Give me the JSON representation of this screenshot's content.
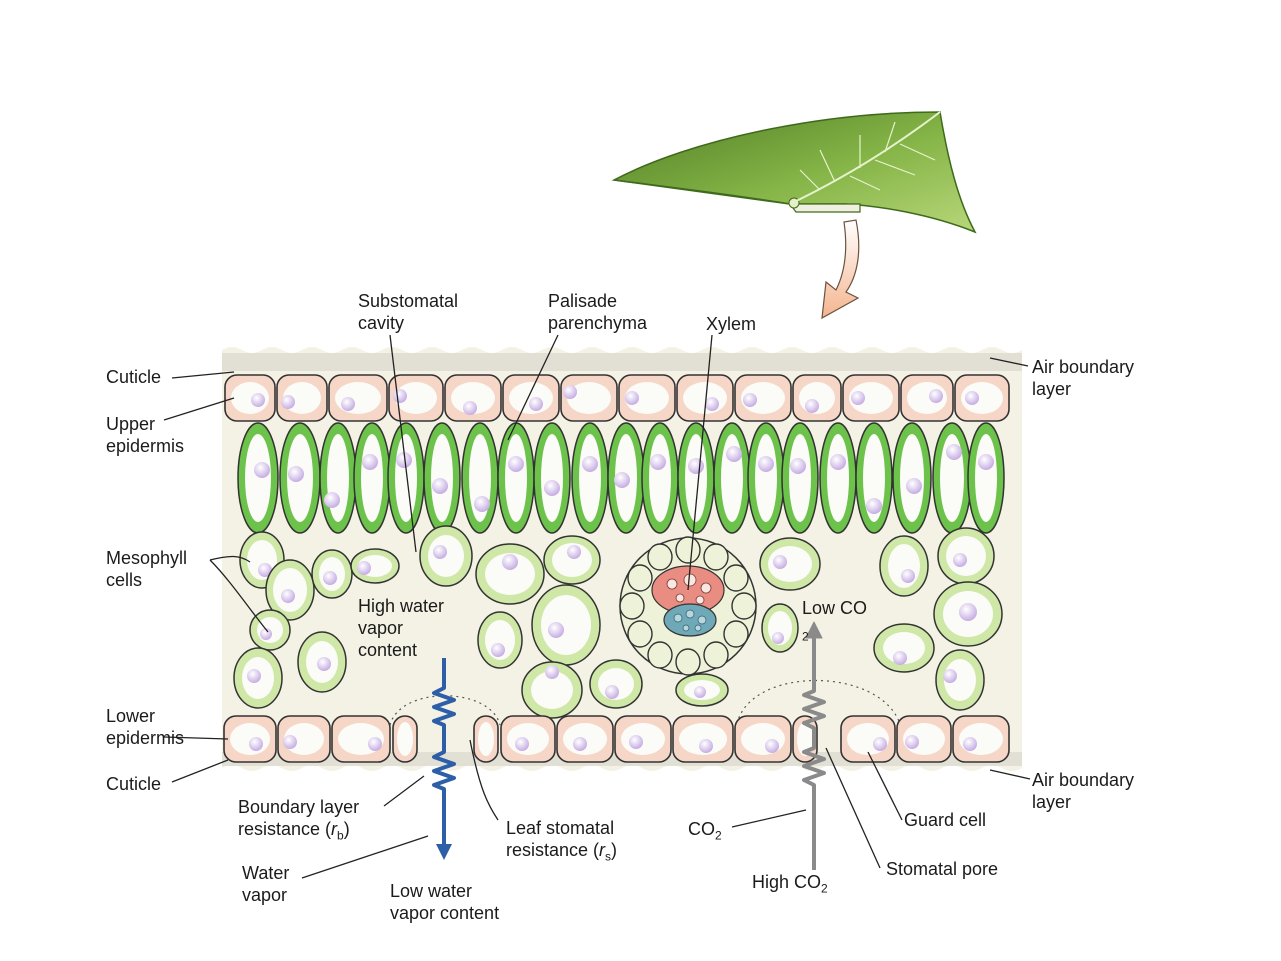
{
  "labels": {
    "substomatal_cavity": [
      "Substomatal",
      "cavity"
    ],
    "palisade_parenchyma": [
      "Palisade",
      "parenchyma"
    ],
    "xylem": "Xylem",
    "cuticle_upper": "Cuticle",
    "air_boundary_upper": [
      "Air boundary",
      "layer"
    ],
    "upper_epidermis": [
      "Upper",
      "epidermis"
    ],
    "mesophyll_cells": [
      "Mesophyll",
      "cells"
    ],
    "high_water_vapor": [
      "High water",
      "vapor",
      "content"
    ],
    "low_co2": {
      "text": "Low CO",
      "sub": "2"
    },
    "lower_epidermis": [
      "Lower",
      "epidermis"
    ],
    "cuticle_lower": "Cuticle",
    "air_boundary_lower": [
      "Air boundary",
      "layer"
    ],
    "boundary_layer_resistance": {
      "line1": "Boundary layer",
      "line2_pre": "resistance (",
      "symbol": "r",
      "sub": "b",
      "line2_post": ")"
    },
    "leaf_stomatal_resistance": {
      "line1": "Leaf stomatal",
      "line2_pre": "resistance (",
      "symbol": "r",
      "sub": "s",
      "line2_post": ")"
    },
    "co2": {
      "text": "CO",
      "sub": "2"
    },
    "guard_cell": "Guard cell",
    "water_vapor": [
      "Water",
      "vapor"
    ],
    "low_water_vapor": [
      "Low water",
      "vapor content"
    ],
    "high_co2": {
      "text": "High CO",
      "sub": "2"
    },
    "stomatal_pore": "Stomatal pore"
  },
  "colors": {
    "background": "#ffffff",
    "tissue_background": "#f4f2e4",
    "palisade_green": "#6cc24a",
    "mesophyll_fill": "#cfe8a8",
    "cell_interior": "#fbfbf7",
    "nucleus": "#cdb8e6",
    "epidermis_fill": "#f6d6c6",
    "xylem_red": "#e98c82",
    "phloem_blue": "#6fa9b8",
    "water_arrow": "#2d5ea8",
    "co2_arrow": "#8a8a8a",
    "leaf_green": "#7aa53a"
  }
}
